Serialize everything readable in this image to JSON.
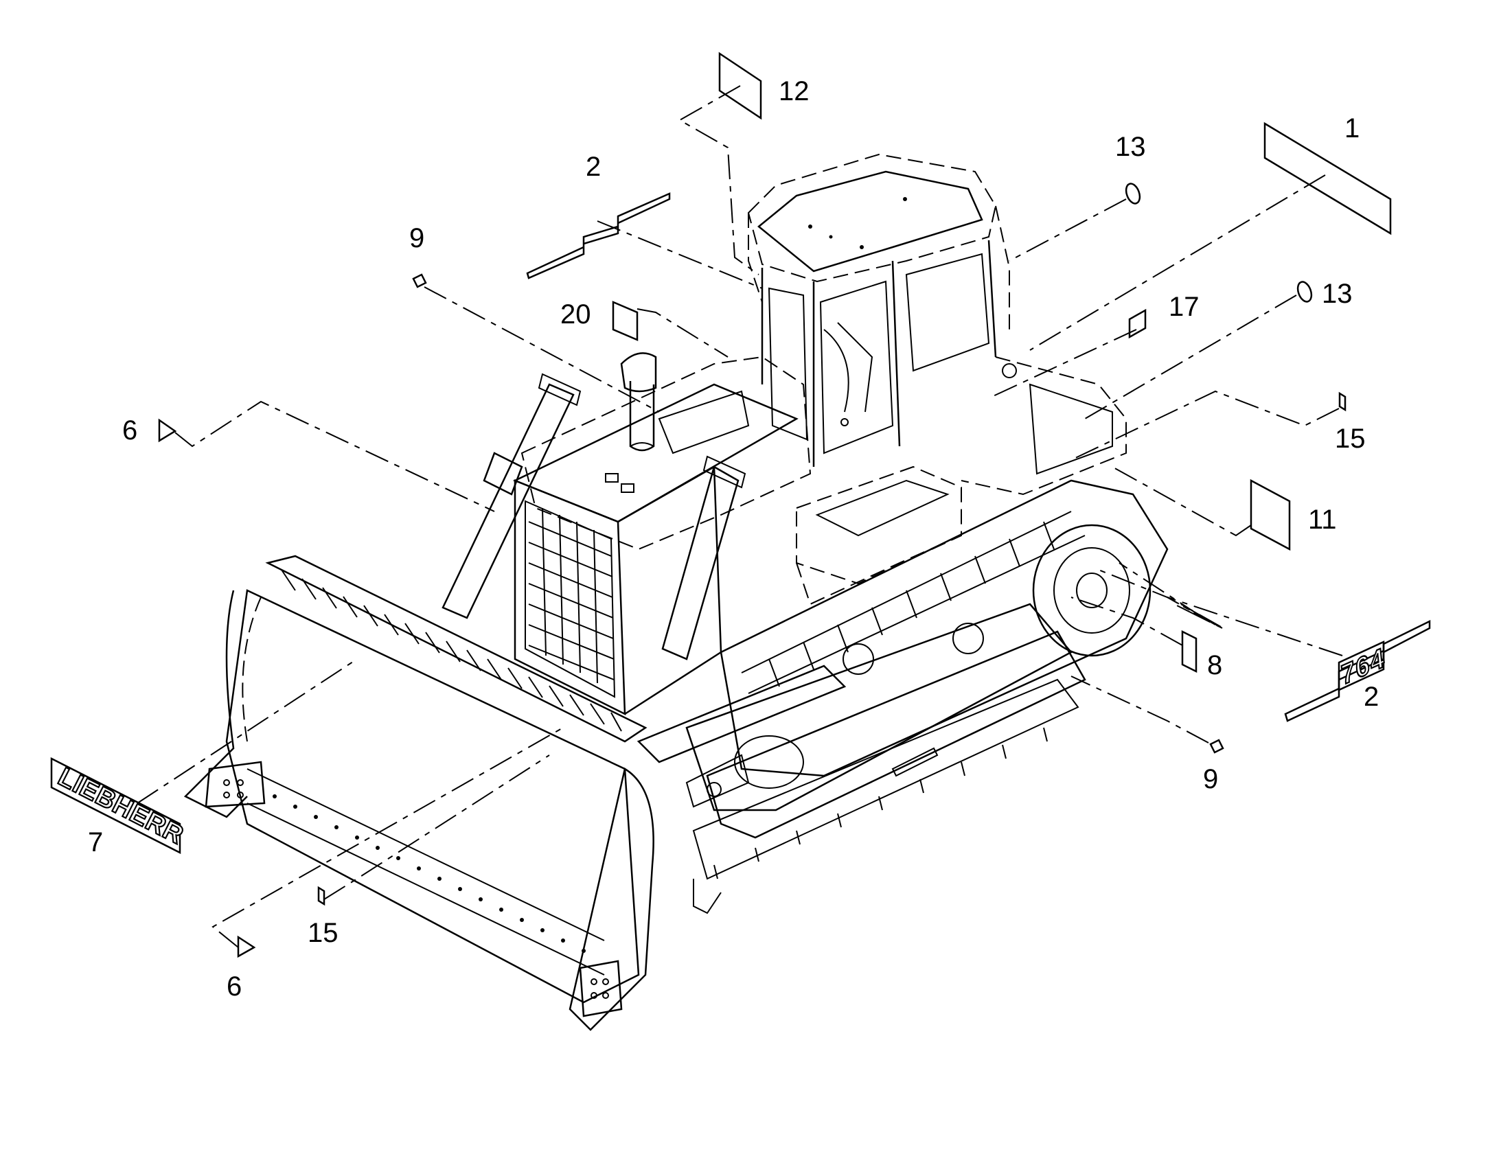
{
  "labels": [
    {
      "id": "l12",
      "text": "12"
    },
    {
      "id": "l1",
      "text": "1"
    },
    {
      "id": "l13a",
      "text": "13"
    },
    {
      "id": "l13b",
      "text": "13"
    },
    {
      "id": "l2a",
      "text": "2"
    },
    {
      "id": "l9a",
      "text": "9"
    },
    {
      "id": "l20",
      "text": "20"
    },
    {
      "id": "l17",
      "text": "17"
    },
    {
      "id": "l6a",
      "text": "6"
    },
    {
      "id": "l15a",
      "text": "15"
    },
    {
      "id": "l11",
      "text": "11"
    },
    {
      "id": "l8",
      "text": "8"
    },
    {
      "id": "l2b",
      "text": "2"
    },
    {
      "id": "l9b",
      "text": "9"
    },
    {
      "id": "l7",
      "text": "7"
    },
    {
      "id": "l15b",
      "text": "15"
    },
    {
      "id": "l6b",
      "text": "6"
    }
  ],
  "decals": {
    "brand_logo": "LIEBHERR",
    "model_logo": "764"
  },
  "colors": {
    "line": "#000000",
    "background": "#ffffff"
  }
}
